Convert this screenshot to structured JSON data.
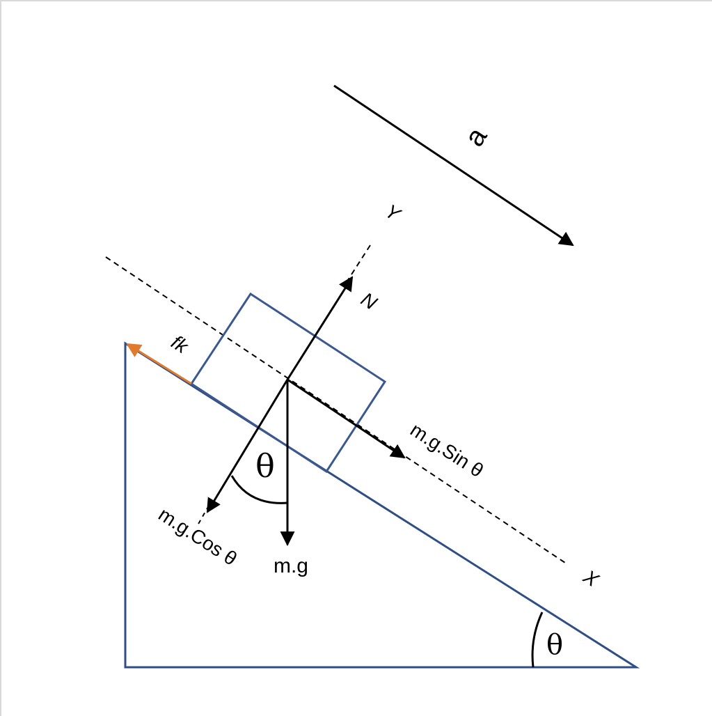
{
  "labels": {
    "acceleration": "a",
    "y_axis": "Y",
    "x_axis": "X",
    "normal": "N",
    "friction": "fk",
    "parallel_component": "m.g.Sin θ",
    "perpendicular_component": "m.g.Cos θ",
    "weight": "m.g",
    "theta_block": "θ",
    "theta_base": "θ"
  },
  "colors": {
    "incline": "#2f4e86",
    "block": "#3b5890",
    "friction": "#e07b2e",
    "vectors": "#000000"
  }
}
